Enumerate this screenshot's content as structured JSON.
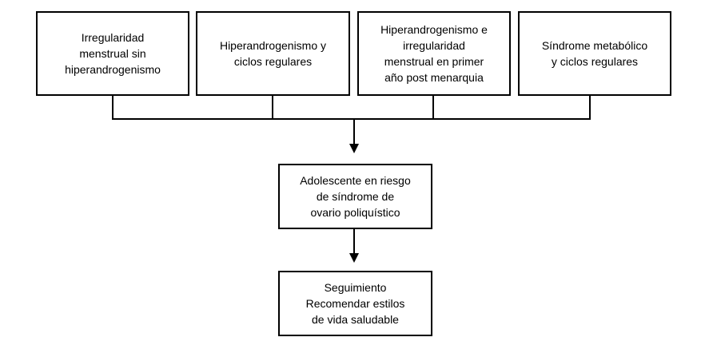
{
  "diagram": {
    "top_boxes": [
      {
        "line1": "Irregularidad",
        "line2": "menstrual sin",
        "line3": "hiperandrogenismo",
        "line4": ""
      },
      {
        "line1": "Hiperandrogenismo y",
        "line2": "ciclos regulares",
        "line3": "",
        "line4": ""
      },
      {
        "line1": "Hiperandrogenismo e",
        "line2": "irregularidad",
        "line3": "menstrual en primer",
        "line4": "año post menarquia"
      },
      {
        "line1": "Síndrome metabólico",
        "line2": "y ciclos regulares",
        "line3": "",
        "line4": ""
      }
    ],
    "middle_box": {
      "line1": "Adolescente en riesgo",
      "line2": "de síndrome de",
      "line3": "ovario poliquístico"
    },
    "bottom_box": {
      "line1": "Seguimiento",
      "line2": "Recomendar estilos",
      "line3": "de vida saludable"
    },
    "colors": {
      "stroke": "#000000",
      "fill": "#ffffff",
      "text": "#000000"
    }
  }
}
